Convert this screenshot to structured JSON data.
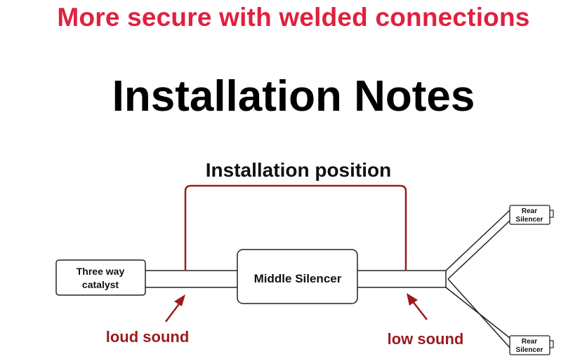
{
  "headline": "More secure with welded connections",
  "title": "Installation Notes",
  "diagram": {
    "position_label": "Installation position",
    "catalyst_line1": "Three way",
    "catalyst_line2": "catalyst",
    "middle_silencer": "Middle Silencer",
    "rear_top_line1": "Rear",
    "rear_top_line2": "Silencer",
    "rear_bottom_line1": "Rear",
    "rear_bottom_line2": "Silencer",
    "loud_label": "loud sound",
    "low_label": "low sound",
    "accent_color": "#9b1b1b"
  }
}
